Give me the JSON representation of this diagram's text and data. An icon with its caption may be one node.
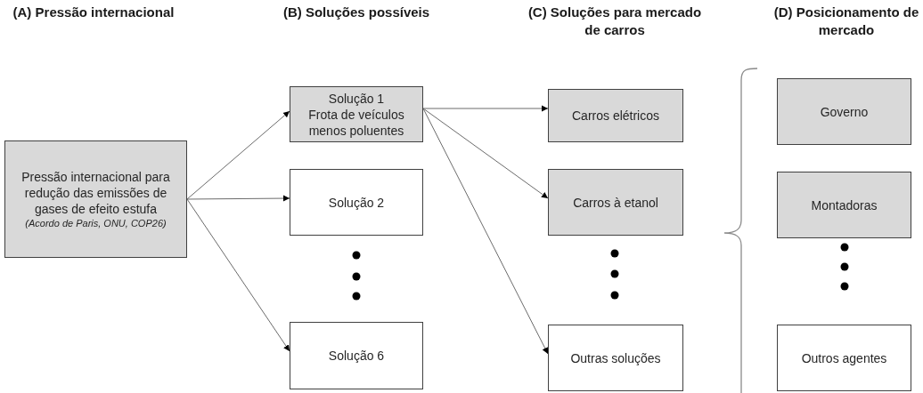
{
  "diagram": {
    "nodes": [
      {
        "text": [
          "Pressão internacional para redução das emissões de gases de efeito estufa",
          "(Acordo de Paris, ONU, COP26)"
        ]
      },
      {
        "text": [
          "Solução 1",
          "Frota de veículos menos poluentes"
        ]
      },
      {
        "text": [
          "Solução 2"
        ]
      },
      {
        "text": [
          "Solução 6"
        ]
      },
      {
        "text": [
          "Carros elétricos"
        ]
      },
      {
        "text": [
          "Carros à etanol"
        ]
      },
      {
        "text": [
          "Outras soluções"
        ]
      },
      {
        "text": [
          "Governo"
        ]
      },
      {
        "text": [
          "Montadoras"
        ]
      },
      {
        "text": [
          "Outros agentes"
        ]
      }
    ],
    "edges": [
      {
        "from": 0,
        "to": 1,
        "arrow": "to"
      },
      {
        "from": 0,
        "to": 2,
        "arrow": "to"
      },
      {
        "from": 0,
        "to": 3,
        "arrow": "to"
      },
      {
        "from": 1,
        "to": 4,
        "arrow": "to"
      },
      {
        "from": 1,
        "to": 5,
        "arrow": "to"
      },
      {
        "from": 1,
        "to": 6,
        "arrow": "to"
      }
    ],
    "labels": [
      "(A) Pressão internacional",
      "(B) Soluções possíveis",
      "(C) Soluções para mercado de carros",
      "(D) Posicionamento de mercado"
    ]
  }
}
